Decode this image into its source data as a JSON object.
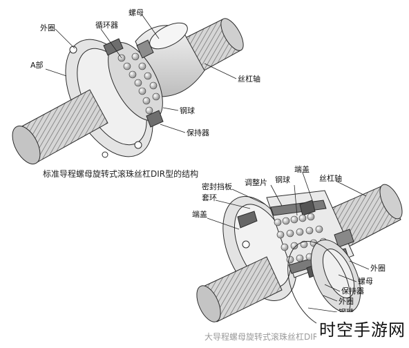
{
  "diagram_top": {
    "caption": "标准导程螺母旋转式滚珠丝杠DIR型的结构",
    "labels": {
      "outer_ring": "外圈",
      "recirculator": "循环器",
      "nut": "螺母",
      "part_a": "A部",
      "screw_shaft": "丝杠轴",
      "steel_ball": "钢球",
      "retainer": "保持器"
    }
  },
  "diagram_bottom": {
    "caption": "大导程螺母旋转式滚珠丝杠DIR型的结构",
    "labels": {
      "end_cap_top": "端盖",
      "adjust_shim": "调整片",
      "steel_ball_top": "钢球",
      "screw_shaft": "丝杠轴",
      "seal_plate": "密封挡板",
      "sleeve_ring": "套环",
      "end_cap_left": "端盖",
      "outer_ring_right": "外圈",
      "nut": "螺母",
      "retainer": "保持器",
      "outer_ring_bottom": "外圈",
      "steel_ball_bottom": "钢球"
    }
  },
  "watermark": "时空手游网"
}
